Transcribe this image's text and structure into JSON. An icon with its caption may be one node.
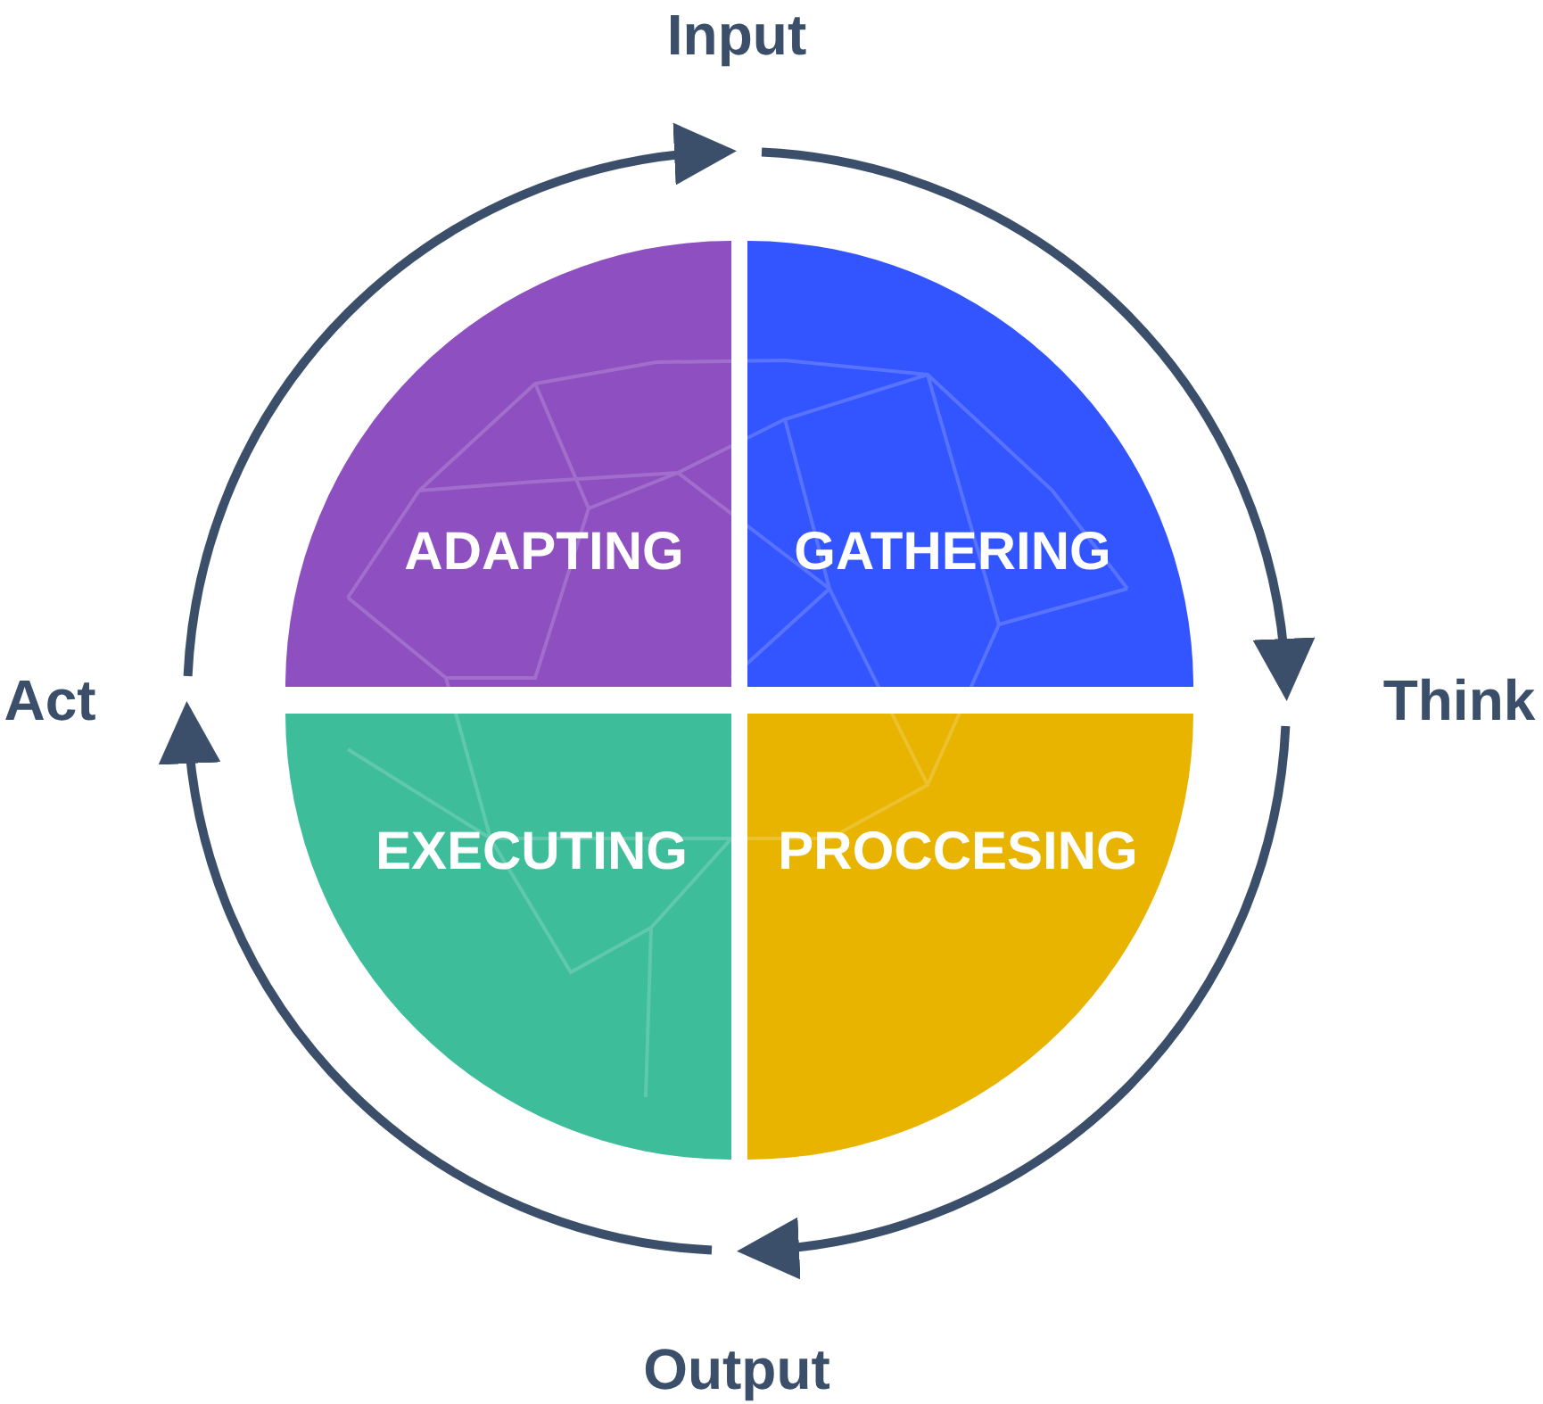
{
  "diagram": {
    "nodes": [
      {
        "text": [
          "Input"
        ]
      },
      {
        "text": [
          "ADAPTING"
        ]
      },
      {
        "text": [
          "GATHERING"
        ]
      },
      {
        "text": [
          "Act"
        ]
      },
      {
        "text": [
          "Think"
        ]
      },
      {
        "text": [
          "EXECUTING"
        ]
      },
      {
        "text": [
          "PROCCESING"
        ]
      },
      {
        "text": [
          "Output"
        ]
      }
    ],
    "edges": [
      {
        "from": 0,
        "to": 4,
        "arrow": "to"
      },
      {
        "from": 4,
        "to": 7,
        "arrow": "to"
      },
      {
        "from": 7,
        "to": 3,
        "arrow": "to"
      },
      {
        "from": 3,
        "to": 0,
        "arrow": "to"
      }
    ]
  }
}
